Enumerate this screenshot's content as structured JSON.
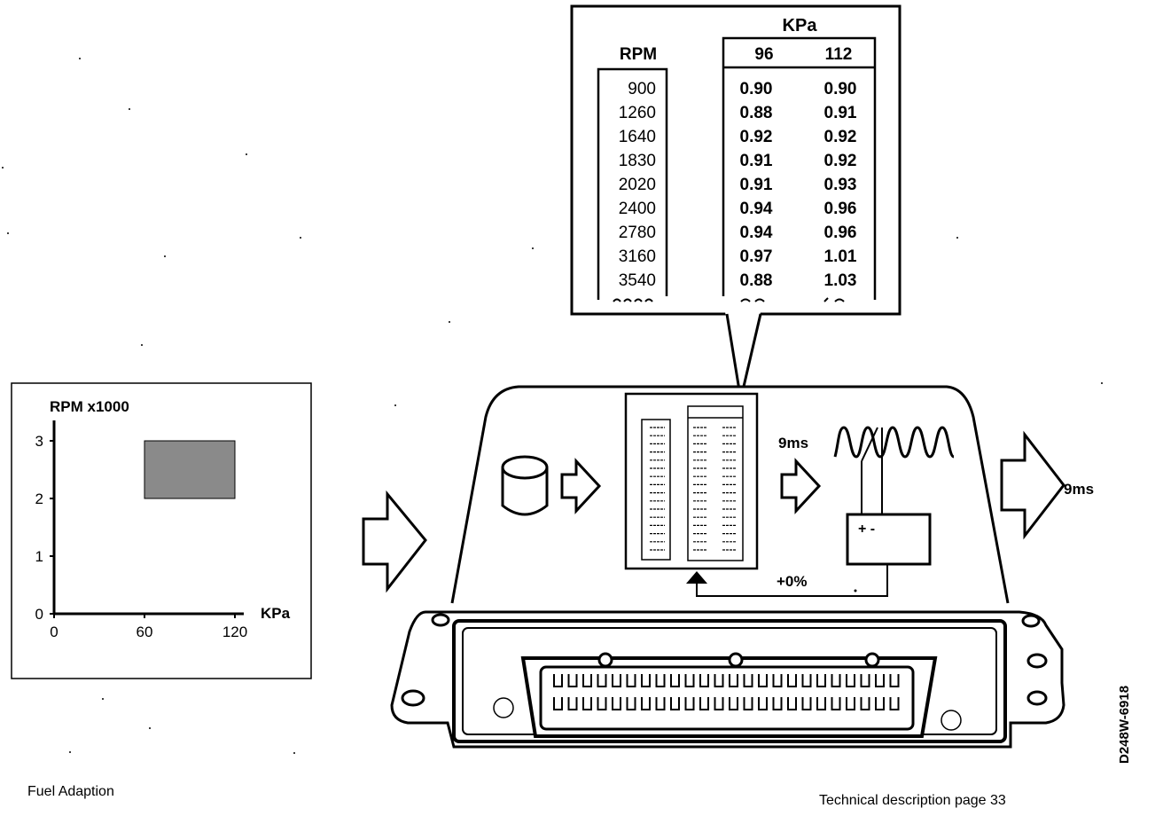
{
  "callout_table": {
    "kpa_header": "KPa",
    "rpm_header": "RPM",
    "col_headers": [
      "96",
      "112"
    ],
    "rows": [
      {
        "rpm": "900",
        "v96": "0.90",
        "v112": "0.90"
      },
      {
        "rpm": "1260",
        "v96": "0.88",
        "v112": "0.91"
      },
      {
        "rpm": "1640",
        "v96": "0.92",
        "v112": "0.92"
      },
      {
        "rpm": "1830",
        "v96": "0.91",
        "v112": "0.92"
      },
      {
        "rpm": "2020",
        "v96": "0.91",
        "v112": "0.93"
      },
      {
        "rpm": "2400",
        "v96": "0.94",
        "v112": "0.96"
      },
      {
        "rpm": "2780",
        "v96": "0.94",
        "v112": "0.96"
      },
      {
        "rpm": "3160",
        "v96": "0.97",
        "v112": "1.01"
      },
      {
        "rpm": "3540",
        "v96": "0.88",
        "v112": "1.03"
      }
    ]
  },
  "mini_graph": {
    "ylabel": "RPM x1000",
    "xlabel": "KPa",
    "y_ticks": [
      "3",
      "2",
      "1",
      "0"
    ],
    "x_ticks": [
      "0",
      "60",
      "120"
    ],
    "highlight_region": {
      "x_from": 60,
      "x_to": 120,
      "y_from": 2,
      "y_to": 3
    }
  },
  "ecu": {
    "input_pulse": "9ms",
    "output_pulse": "9ms",
    "feedback": "+0%",
    "battery_label": "+ -"
  },
  "footer": {
    "left_caption": "Fuel Adaption",
    "right_caption": "Technical description page 33",
    "figure_id": "D248W-6918"
  }
}
